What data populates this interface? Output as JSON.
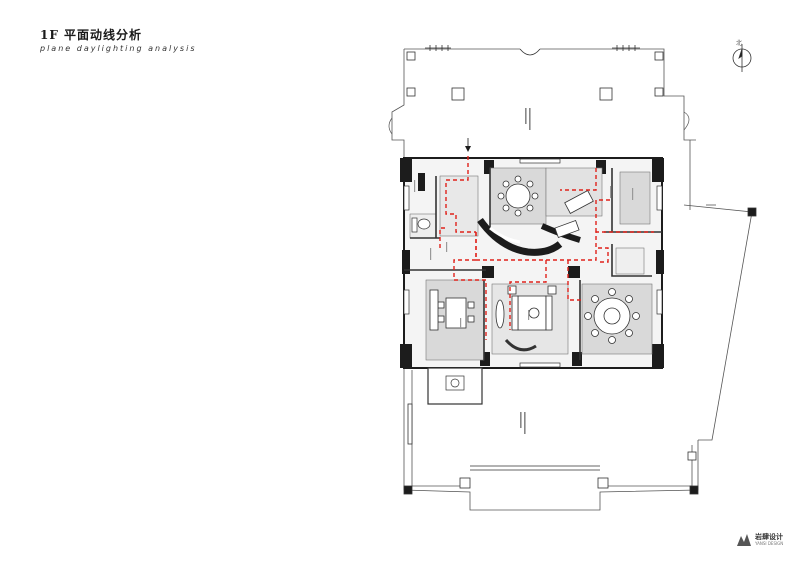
{
  "header": {
    "title": "1F  平面动线分析",
    "subtitle": "plane daylighting analysis"
  },
  "north": {
    "label": "北"
  },
  "brand": {
    "name": "岩肆设计",
    "tagline": "YANSI DESIGN"
  },
  "colors": {
    "wall": "#1c1c1c",
    "room_fill": "#dcdcdc",
    "circulation": "#e0221b",
    "line": "#555555"
  }
}
